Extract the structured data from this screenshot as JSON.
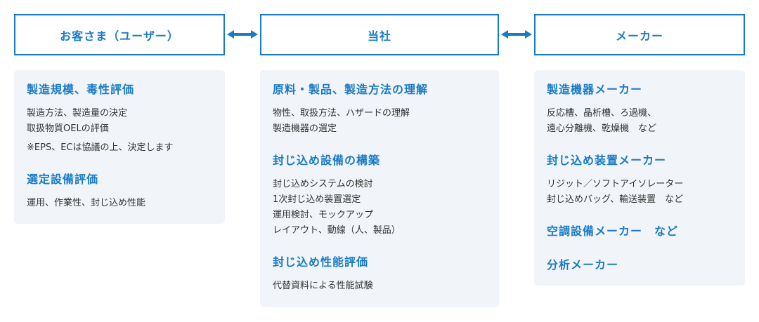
{
  "colors": {
    "accent": "#1a7bc5",
    "panel_bg": "#f1f4f8",
    "text": "#333333"
  },
  "headers": [
    "お客さま（ユーザー）",
    "当社",
    "メーカー"
  ],
  "columns": [
    {
      "sections": [
        {
          "heading": "製造規模、毒性評価",
          "lines": [
            "製造方法、製造量の決定",
            "取扱物質OELの評価"
          ],
          "note": "※EPS、ECは協議の上、決定します"
        },
        {
          "heading": "選定設備評価",
          "lines": [
            "運用、作業性、封じ込め性能"
          ]
        }
      ]
    },
    {
      "sections": [
        {
          "heading": "原料・製品、製造方法の理解",
          "lines": [
            "物性、取扱方法、ハザードの理解",
            "製造機器の選定"
          ]
        },
        {
          "heading": "封じ込め設備の構築",
          "lines": [
            "封じ込めシステムの検討",
            "1次封じ込め装置選定",
            "運用検討、モックアップ",
            "レイアウト、動線（人、製品）"
          ]
        },
        {
          "heading": "封じ込め性能評価",
          "lines": [
            "代替資料による性能試験"
          ]
        }
      ]
    },
    {
      "sections": [
        {
          "heading": "製造機器メーカー",
          "lines": [
            "反応槽、晶析槽、ろ過機、",
            "遠心分離機、乾燥機　など"
          ]
        },
        {
          "heading": "封じ込め装置メーカー",
          "lines": [
            "リジット／ソフトアイソレーター",
            "封じ込めバッグ、輸送装置　など"
          ]
        },
        {
          "heading": "空調設備メーカー　など",
          "lines": []
        },
        {
          "heading": "分析メーカー",
          "lines": []
        }
      ]
    }
  ]
}
